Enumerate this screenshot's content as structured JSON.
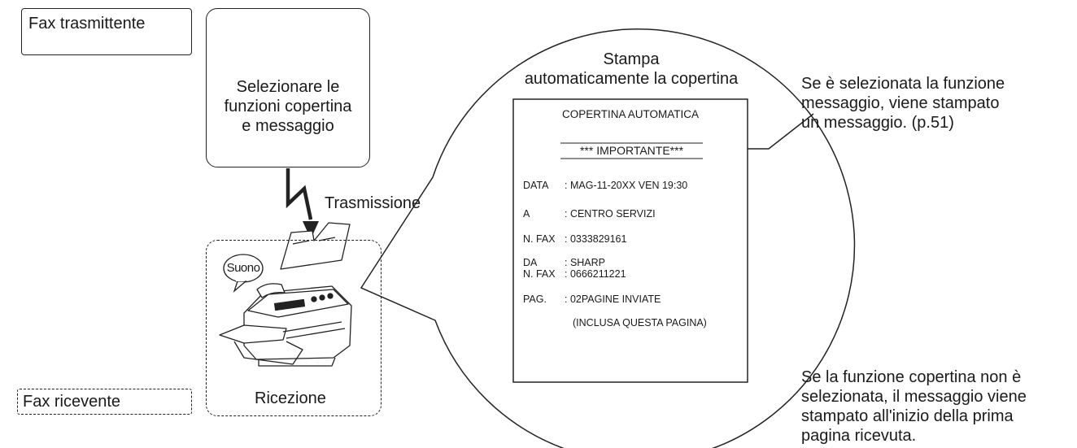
{
  "labels": {
    "sending_fax": "Fax trasmittente",
    "receiving_fax": "Fax ricevente",
    "select_functions": [
      "Selezionare le",
      "funzioni copertina",
      "e messaggio"
    ],
    "transmission": "Trasmissione",
    "reception": "Ricezione",
    "sound_bubble": "Suono",
    "print_cover": [
      "Stampa",
      "automaticamente la copertina"
    ],
    "message_note": [
      "Se è selezionata la funzione",
      "messaggio, viene stampato",
      "un messaggio. (p.51)"
    ],
    "no_cover_note": [
      "Se la funzione copertina non è",
      "selezionata, il messaggio viene",
      "stampato all'inizio della prima",
      "pagina ricevuta."
    ]
  },
  "cover_page": {
    "title": "COPERTINA AUTOMATICA",
    "important": "*** IMPORTANTE***",
    "date_key": "DATA",
    "date_val": ": MAG-11-20XX VEN 19:30",
    "to_key": "A",
    "to_val": ": CENTRO SERVIZI",
    "fax_key": "N. FAX",
    "fax_val": ": 0333829161",
    "from_key": "DA",
    "from_val": ": SHARP",
    "from_fax_key": "N. FAX",
    "from_fax_val": ": 0666211221",
    "pages_key": "PAG.",
    "pages_val": ": 02PAGINE INVIATE",
    "pages_note": "(INCLUSA QUESTA PAGINA)"
  }
}
